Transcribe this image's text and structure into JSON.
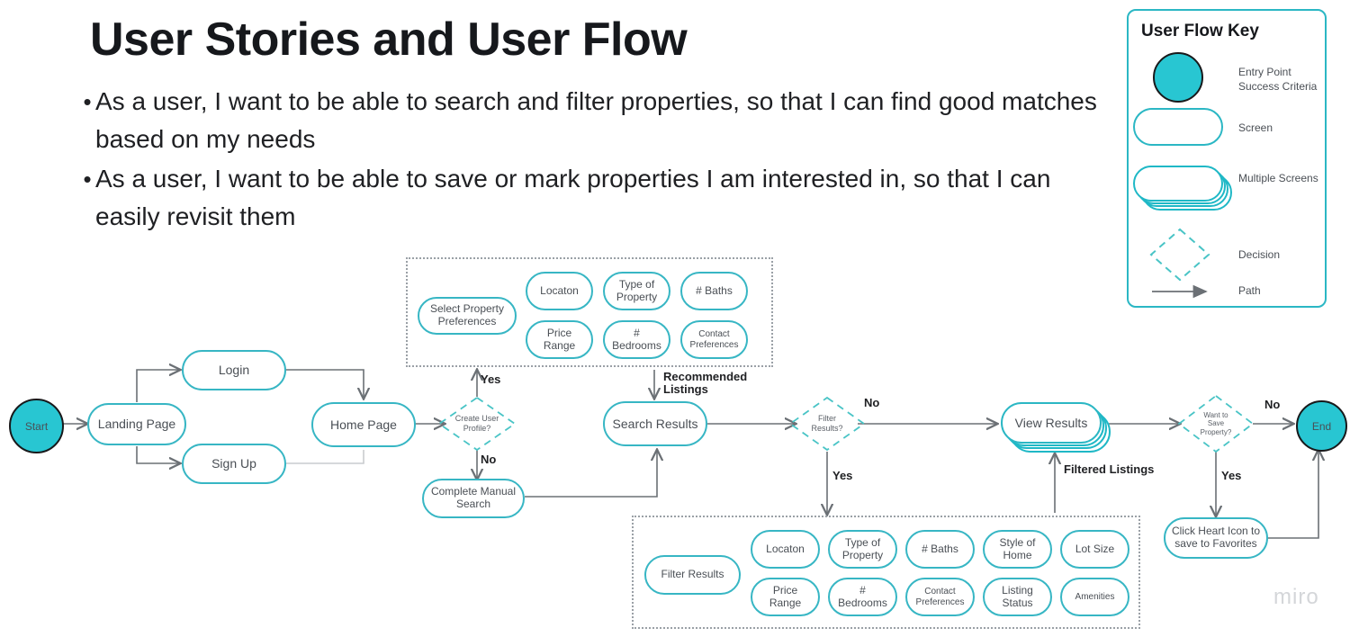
{
  "header": {
    "title": "User Stories and User Flow",
    "bullets": [
      "As a user, I want to be able to search and filter properties, so that I can find good matches based on my needs",
      "As a user, I want to be able to save or mark properties I am interested in, so that I can easily revisit them"
    ],
    "bullet_marker": "•"
  },
  "colors": {
    "accent_teal": "#2BB7C4",
    "fill_teal": "#28C6D2",
    "arrow_gray": "#6B7075",
    "arrow_gray_light": "#C9CCCF",
    "group_border": "#9AA0A6",
    "text_dark": "#1F2023",
    "text_node": "#4A4F55",
    "watermark": "#D4D6D9"
  },
  "legend": {
    "title": "User Flow Key",
    "items": [
      {
        "shape": "circle-filled",
        "label": "Entry Point\nSuccess Criteria",
        "label_line1": "Entry Point",
        "label_line2": "Success Criteria"
      },
      {
        "shape": "rounded-pill",
        "label": "Screen"
      },
      {
        "shape": "stacked-pills",
        "label": "Multiple Screens"
      },
      {
        "shape": "dashed-diamond",
        "label": "Decision"
      },
      {
        "shape": "arrow",
        "label": "Path"
      }
    ]
  },
  "flow": {
    "nodes": {
      "start": {
        "label": "Start",
        "type": "terminator"
      },
      "landing_page": {
        "label": "Landing Page",
        "type": "screen"
      },
      "login": {
        "label": "Login",
        "type": "screen"
      },
      "sign_up": {
        "label": "Sign Up",
        "type": "screen"
      },
      "home_page": {
        "label": "Home Page",
        "type": "screen"
      },
      "create_user_profile": {
        "label": "Create User Profile?",
        "label_line1": "Create User",
        "label_line2": "Profile?",
        "type": "decision"
      },
      "complete_manual_search": {
        "label": "Complete Manual Search",
        "label_line1": "Complete Manual",
        "label_line2": "Search",
        "type": "screen"
      },
      "search_results": {
        "label": "Search Results",
        "type": "screen"
      },
      "filter_results_decision": {
        "label": "Filter Results?",
        "label_line1": "Filter",
        "label_line2": "Results?",
        "type": "decision"
      },
      "view_results": {
        "label": "View Results",
        "type": "multiple-screens"
      },
      "want_to_save": {
        "label": "Want to Save Property?",
        "label_line1": "Want to",
        "label_line2": "Save",
        "label_line3": "Property?",
        "type": "decision"
      },
      "click_heart": {
        "label": "Click Heart Icon to save to Favorites",
        "label_line1": "Click Heart Icon to",
        "label_line2": "save to Favorites",
        "type": "screen"
      },
      "end": {
        "label": "End",
        "type": "terminator"
      }
    },
    "edge_labels": {
      "yes_profile": "Yes",
      "no_profile": "No",
      "recommended_listings": "Recommended Listings",
      "recommended_listings_line1": "Recommended",
      "recommended_listings_line2": "Listings",
      "no_filter": "No",
      "yes_filter": "Yes",
      "filtered_listings": "Filtered Listings",
      "no_save": "No",
      "yes_save": "Yes"
    },
    "preferences_group": {
      "anchor": "Select Property Preferences",
      "anchor_line1": "Select Property",
      "anchor_line2": "Preferences",
      "options": [
        "Locaton",
        "Type of Property",
        "# Baths",
        "Price Range",
        "# Bedrooms",
        "Contact Preferences"
      ],
      "options_split": [
        {
          "l1": "Locaton",
          "l2": ""
        },
        {
          "l1": "Type of",
          "l2": "Property"
        },
        {
          "l1": "# Baths",
          "l2": ""
        },
        {
          "l1": "Price Range",
          "l2": ""
        },
        {
          "l1": "#",
          "l2": "Bedrooms"
        },
        {
          "l1": "Contact",
          "l2": "Preferences"
        }
      ]
    },
    "filters_group": {
      "anchor": "Filter Results",
      "options": [
        "Locaton",
        "Type of Property",
        "# Baths",
        "Style of Home",
        "Lot Size",
        "Price Range",
        "# Bedrooms",
        "Contact Preferences",
        "Listing Status",
        "Amenities"
      ],
      "options_split": [
        {
          "l1": "Locaton",
          "l2": ""
        },
        {
          "l1": "Type of",
          "l2": "Property"
        },
        {
          "l1": "# Baths",
          "l2": ""
        },
        {
          "l1": "Style of",
          "l2": "Home"
        },
        {
          "l1": "Lot Size",
          "l2": ""
        },
        {
          "l1": "Price Range",
          "l2": ""
        },
        {
          "l1": "#",
          "l2": "Bedrooms"
        },
        {
          "l1": "Contact",
          "l2": "Preferences"
        },
        {
          "l1": "Listing",
          "l2": "Status"
        },
        {
          "l1": "Amenities",
          "l2": ""
        }
      ]
    }
  },
  "watermark": "miro"
}
